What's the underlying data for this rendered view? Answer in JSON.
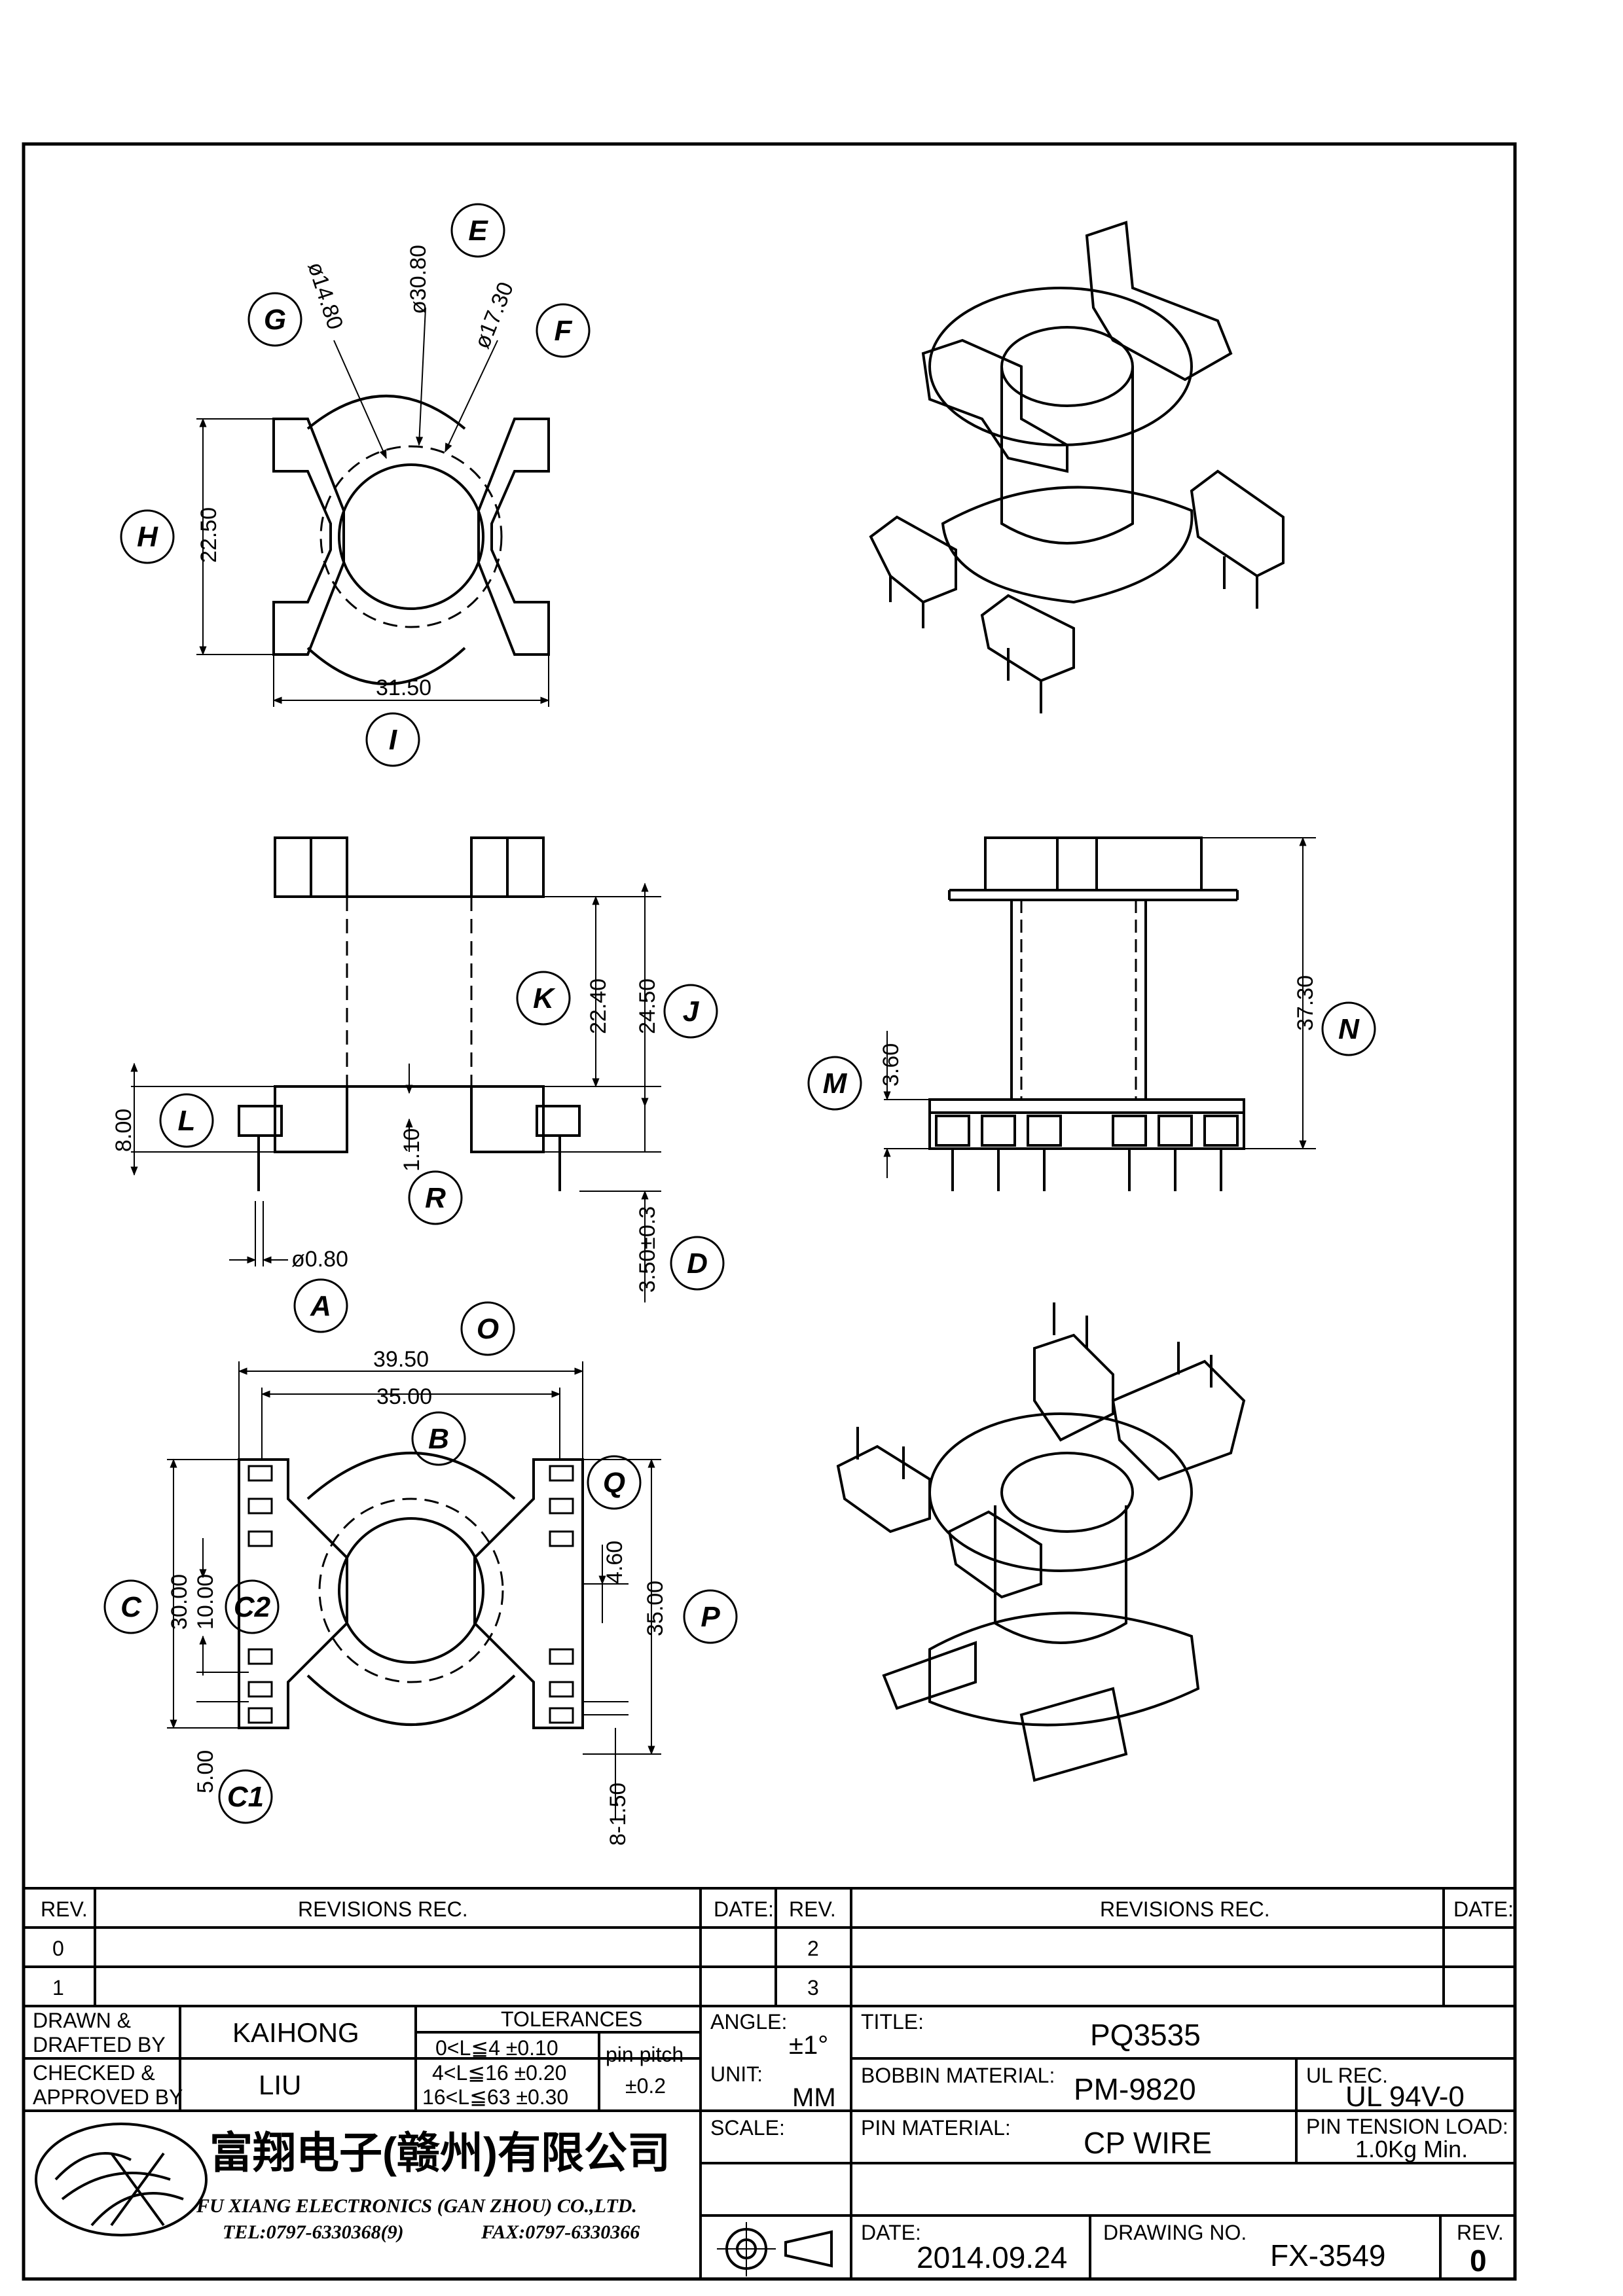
{
  "drawing": {
    "top_view": {
      "callouts": {
        "G": "G",
        "E": "E",
        "F": "F",
        "H": "H",
        "I": "I"
      },
      "dims": {
        "d_inner": "ø14.80",
        "d_outer": "ø30.80",
        "d_mid": "ø17.30",
        "height": "22.50",
        "width": "31.50"
      }
    },
    "side_view": {
      "callouts": {
        "K": "K",
        "J": "J",
        "L": "L",
        "R": "R",
        "A": "A",
        "D": "D"
      },
      "dims": {
        "winding": "22.40",
        "overall": "24.50",
        "base": "8.00",
        "flange": "1.10",
        "pin_dia": "ø0.80",
        "pin_len": "3.50±0.3"
      }
    },
    "front_view": {
      "callouts": {
        "M": "M",
        "N": "N"
      },
      "dims": {
        "base": "3.60",
        "height": "37.30"
      }
    },
    "bottom_view": {
      "callouts": {
        "O": "O",
        "B": "B",
        "Q": "Q",
        "C": "C",
        "C2": "C2",
        "P": "P",
        "C1": "C1"
      },
      "dims": {
        "overall_w": "39.50",
        "pin_row": "35.00",
        "overall_h": "30.00",
        "gap": "10.00",
        "pitch": "5.00",
        "slot": "4.60",
        "total_h": "35.00",
        "slot_w": "8-1.50"
      }
    }
  },
  "title_block": {
    "rev_header": "REV.",
    "revisions_header": "REVISIONS   REC.",
    "date_header": "DATE:",
    "rev_rows_left": [
      "0",
      "1"
    ],
    "rev_rows_right": [
      "2",
      "3"
    ],
    "drawn_label_1": "DRAWN  &",
    "drawn_label_2": "DRAFTED  BY",
    "drawn_by": "KAIHONG",
    "checked_label_1": "CHECKED  &",
    "checked_label_2": "APPROVED  BY",
    "checked_by": "LIU",
    "tolerances_header": "TOLERANCES",
    "tol_1": "0<L≦4    ±0.10",
    "tol_2": "4<L≦16  ±0.20",
    "tol_3": "16<L≦63  ±0.30",
    "pin_pitch_label": "pin  pitch",
    "pin_pitch_value": "±0.2",
    "angle_label": "ANGLE:",
    "angle_value": "±1°",
    "unit_label": "UNIT:",
    "unit_value": "MM",
    "scale_label": "SCALE:",
    "title_label": "TITLE:",
    "title_value": "PQ3535",
    "bobbin_label": "BOBBIN  MATERIAL:",
    "bobbin_value": "PM-9820",
    "ul_label": "UL  REC.",
    "ul_value": "UL  94V-0",
    "pin_material_label": "PIN  MATERIAL:",
    "pin_material_value": "CP  WIRE",
    "tension_label": "PIN  TENSION  LOAD:",
    "tension_value": "1.0Kg  Min.",
    "date_label": "DATE:",
    "date_value": "2014.09.24",
    "drawing_no_label": "DRAWING  NO.",
    "drawing_no_value": "FX-3549",
    "rev_label": "REV.",
    "rev_value": "0",
    "company_cn": "富翔电子(赣州)有限公司",
    "company_en": "FU  XIANG  ELECTRONICS  (GAN  ZHOU)  CO.,LTD.",
    "tel": "TEL:0797-6330368(9)",
    "fax": "FAX:0797-6330366"
  }
}
